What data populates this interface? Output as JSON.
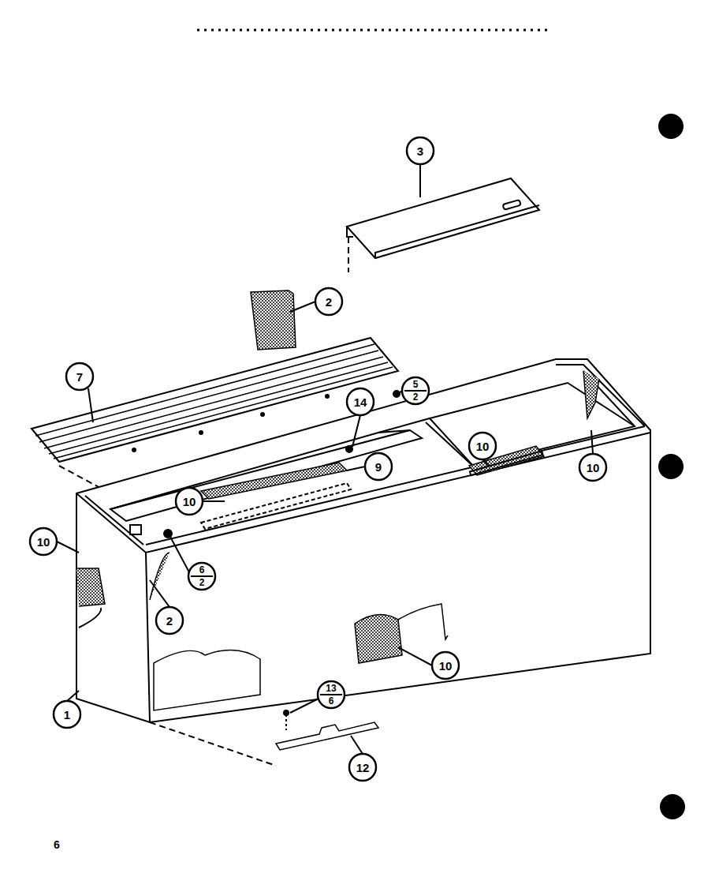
{
  "diagram": {
    "labels": [
      "3",
      "2",
      "7",
      "5",
      "2",
      "14",
      "9",
      "10",
      "10",
      "10",
      "10",
      "6",
      "2",
      "2",
      "10",
      "1",
      "13",
      "6",
      "12",
      "6"
    ]
  }
}
